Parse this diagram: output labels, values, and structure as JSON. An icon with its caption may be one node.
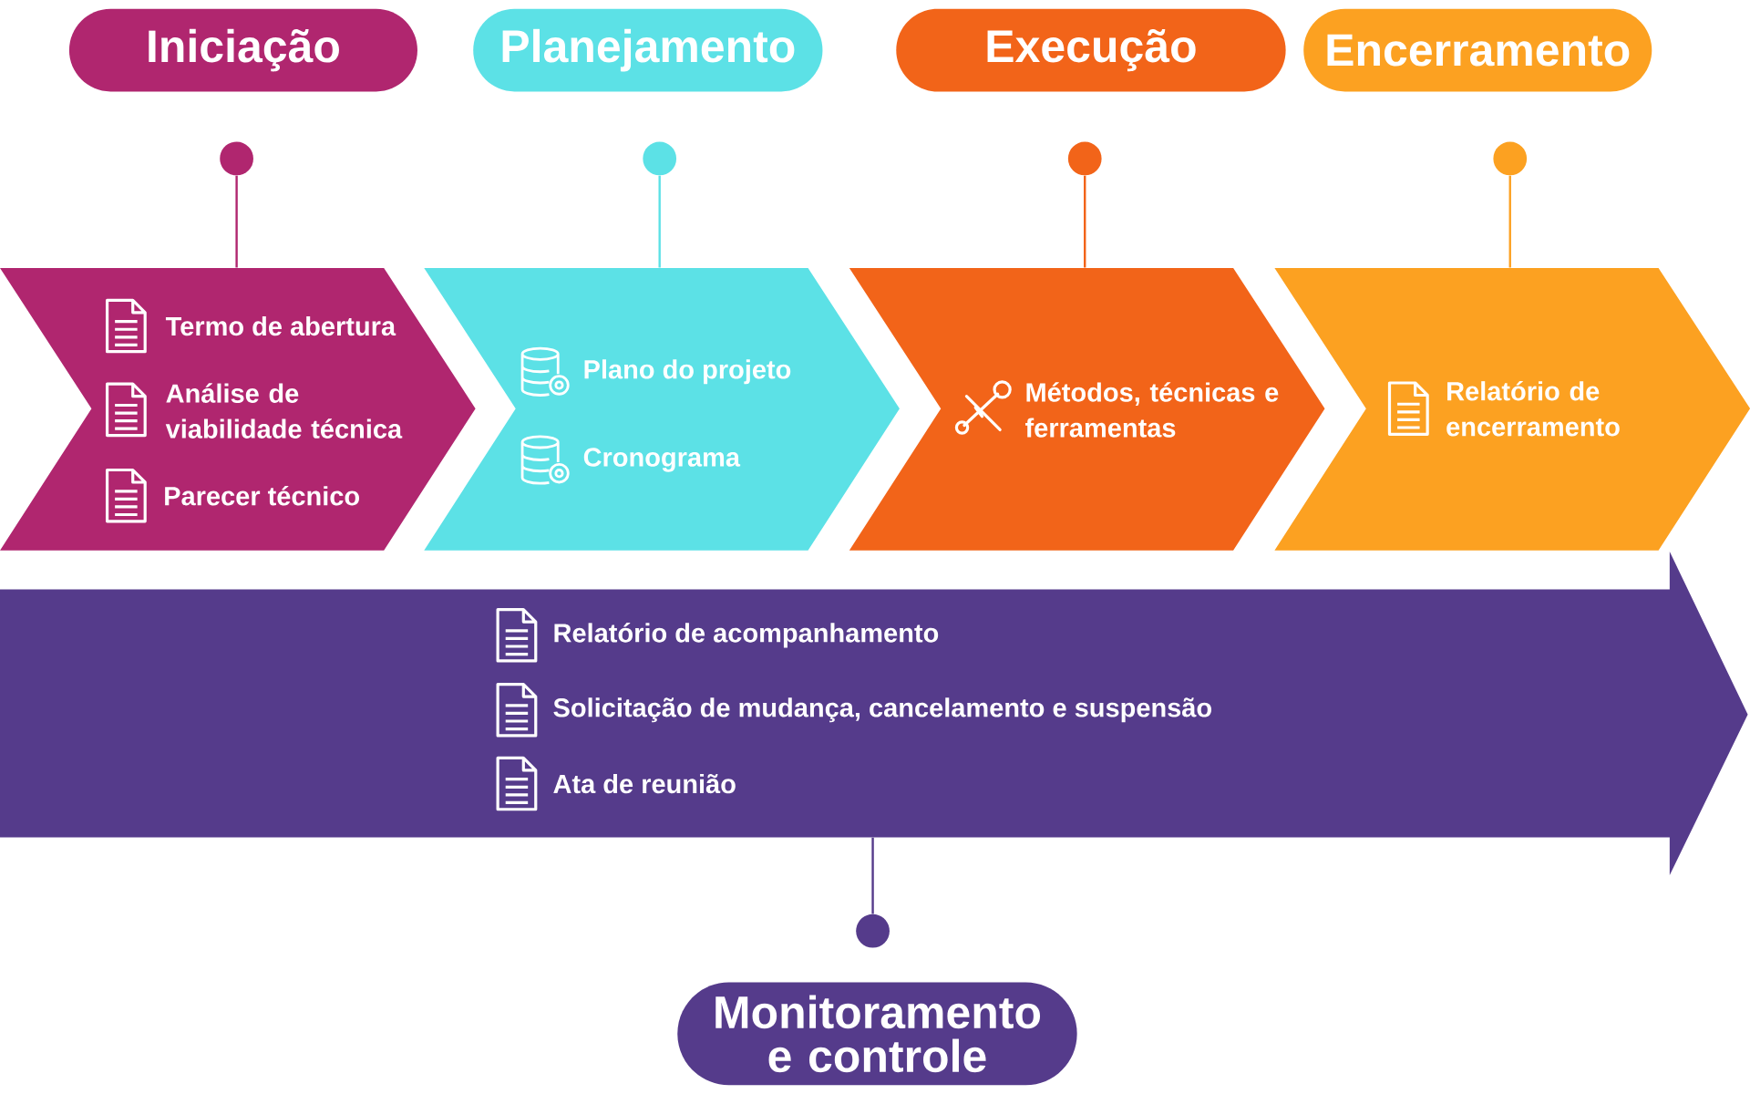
{
  "diagram": {
    "nodes": [
      {
        "text": [
          "Iniciação"
        ]
      },
      {
        "text": [
          "Planejamento"
        ]
      },
      {
        "text": [
          "Execução"
        ]
      },
      {
        "text": [
          "Encerramento"
        ]
      },
      {
        "text": [],
        "shape": "circle"
      },
      {
        "text": [],
        "shape": "circle"
      },
      {
        "text": [],
        "shape": "circle"
      },
      {
        "text": [],
        "shape": "circle"
      },
      {
        "text": [
          "Termo de abertura",
          "Análise de viabilidade técnica",
          "Parecer técnico"
        ]
      },
      {
        "text": [
          "Plano do projeto",
          "Cronograma"
        ]
      },
      {
        "text": [
          "Métodos, técnicas e ferramentas"
        ]
      },
      {
        "text": [
          "Relatório de encerramento"
        ]
      },
      {
        "text": [
          "Relatório de acompanhamento",
          "Solicitação de mudança, cancelamento e suspensão",
          "Ata de reunião"
        ]
      },
      {
        "text": [],
        "shape": "circle"
      },
      {
        "text": [
          "Monitoramento e controle"
        ]
      }
    ],
    "edges": [
      {
        "from": 4,
        "to": 8,
        "arrow": "none",
        "color": "#b0266f"
      },
      {
        "from": 5,
        "to": 9,
        "arrow": "none",
        "color": "#5ce1e6"
      },
      {
        "from": 6,
        "to": 10,
        "arrow": "none",
        "color": "#f26419"
      },
      {
        "from": 7,
        "to": 11,
        "arrow": "none",
        "color": "#fca121"
      },
      {
        "from": 12,
        "to": 13,
        "arrow": "none",
        "color": "#553b8b"
      }
    ]
  }
}
